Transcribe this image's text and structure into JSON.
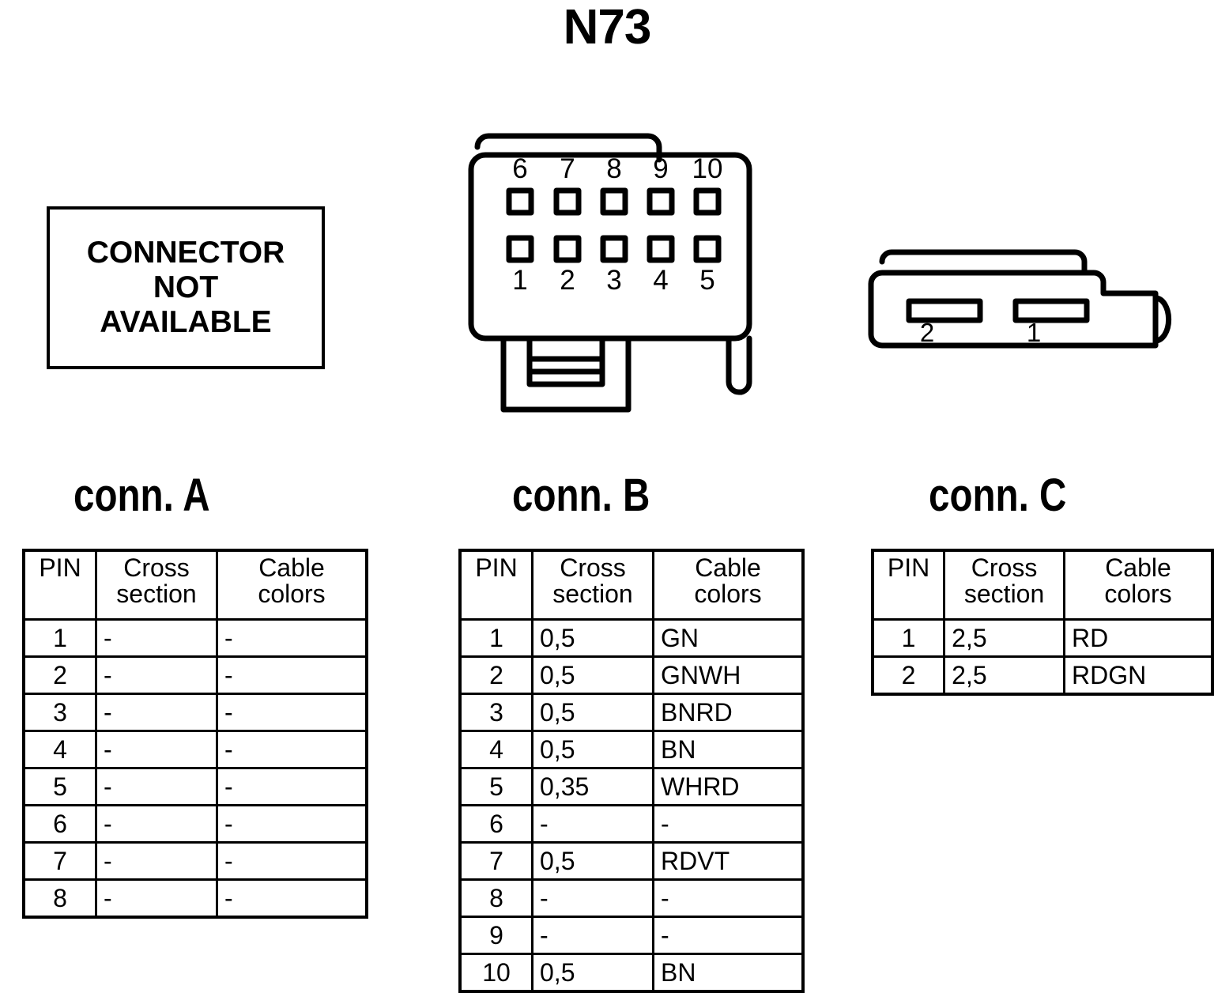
{
  "title": "N73",
  "placeholder_box": {
    "line1": "CONNECTOR",
    "line2": "NOT",
    "line3": "AVAILABLE"
  },
  "connector_b_diagram": {
    "top_row_pins": [
      "6",
      "7",
      "8",
      "9",
      "10"
    ],
    "bottom_row_pins": [
      "1",
      "2",
      "3",
      "4",
      "5"
    ]
  },
  "connector_c_diagram": {
    "pins": [
      "2",
      "1"
    ]
  },
  "headings": {
    "conn_a": "conn. A",
    "conn_b": "conn. B",
    "conn_c": "conn. C"
  },
  "table_columns": {
    "pin": "PIN",
    "cross_section_l1": "Cross",
    "cross_section_l2": "section",
    "cable_colors_l1": "Cable",
    "cable_colors_l2": "colors"
  },
  "conn_a_rows": [
    {
      "pin": "1",
      "cross": "-",
      "color": "-"
    },
    {
      "pin": "2",
      "cross": "-",
      "color": "-"
    },
    {
      "pin": "3",
      "cross": "-",
      "color": "-"
    },
    {
      "pin": "4",
      "cross": "-",
      "color": "-"
    },
    {
      "pin": "5",
      "cross": "-",
      "color": "-"
    },
    {
      "pin": "6",
      "cross": "-",
      "color": "-"
    },
    {
      "pin": "7",
      "cross": "-",
      "color": "-"
    },
    {
      "pin": "8",
      "cross": "-",
      "color": "-"
    }
  ],
  "conn_b_rows": [
    {
      "pin": "1",
      "cross": "0,5",
      "color": "GN"
    },
    {
      "pin": "2",
      "cross": "0,5",
      "color": "GNWH"
    },
    {
      "pin": "3",
      "cross": "0,5",
      "color": "BNRD"
    },
    {
      "pin": "4",
      "cross": "0,5",
      "color": "BN"
    },
    {
      "pin": "5",
      "cross": "0,35",
      "color": "WHRD"
    },
    {
      "pin": "6",
      "cross": "-",
      "color": "-"
    },
    {
      "pin": "7",
      "cross": "0,5",
      "color": "RDVT"
    },
    {
      "pin": "8",
      "cross": "-",
      "color": "-"
    },
    {
      "pin": "9",
      "cross": "-",
      "color": "-"
    },
    {
      "pin": "10",
      "cross": "0,5",
      "color": "BN"
    }
  ],
  "conn_c_rows": [
    {
      "pin": "1",
      "cross": "2,5",
      "color": "RD"
    },
    {
      "pin": "2",
      "cross": "2,5",
      "color": "RDGN"
    }
  ],
  "colors": {
    "ink": "#000000",
    "paper": "#ffffff"
  }
}
